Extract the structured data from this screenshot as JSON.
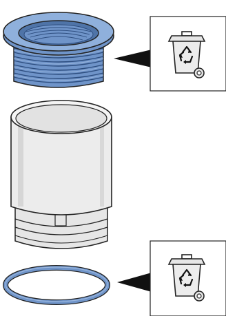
{
  "colors": {
    "accent": "#6f94c9",
    "accent_dark": "#4f74a8",
    "accent_light": "#9bb7de",
    "line": "#222222",
    "part_fill": "#e8e8e8",
    "part_shade": "#cfcfcf",
    "pointer": "#111111",
    "panel_bg": "#ffffff"
  },
  "parts": [
    {
      "name": "threaded-nut",
      "highlighted": true
    },
    {
      "name": "drain-sleeve",
      "highlighted": false
    },
    {
      "name": "sealing-ring",
      "highlighted": true
    }
  ],
  "callouts": [
    {
      "icon": "recycling-bin-icon",
      "points_to": "threaded-nut"
    },
    {
      "icon": "recycling-bin-icon",
      "points_to": "sealing-ring"
    }
  ]
}
